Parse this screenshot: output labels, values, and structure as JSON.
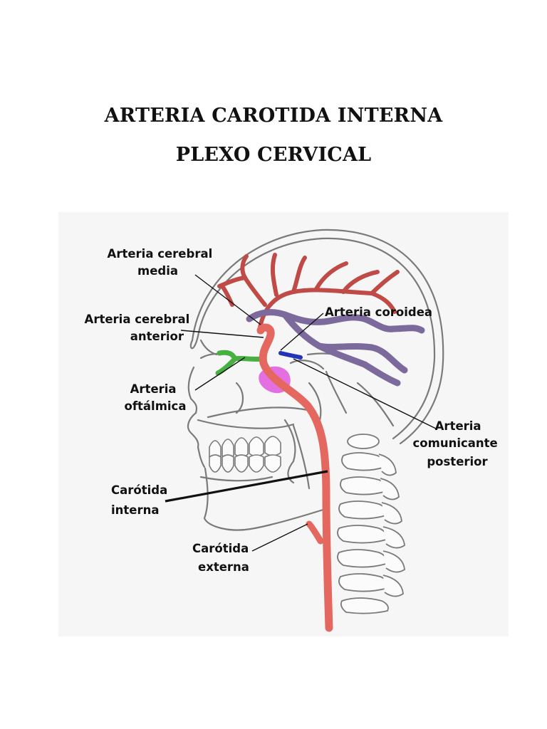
{
  "document": {
    "title": "ARTERIA CAROTIDA INTERNA",
    "subtitle": "PLEXO CERVICAL"
  },
  "diagram": {
    "labels": {
      "cerebral_media": [
        "Arteria cerebral",
        "media"
      ],
      "cerebral_anterior": [
        "Arteria cerebral",
        "anterior"
      ],
      "coroidea": [
        "Arteria coroidea"
      ],
      "oftalmica": [
        "Arteria",
        "oftálmica"
      ],
      "comunicante_posterior": [
        "Arteria",
        "comunicante",
        "posterior"
      ],
      "carotida_interna": [
        "Carótida",
        "interna"
      ],
      "carotida_externa": [
        "Carótida",
        "externa"
      ]
    },
    "colors": {
      "background": "#f6f6f6",
      "outline": "#7a7a7a",
      "carotid": "#e46860",
      "middle_cerebral": "#bf4a46",
      "anterior_cerebral_posterior": "#7c6a9c",
      "ophthalmic": "#46b040",
      "pituitary": "#e36fe0",
      "communicating": "#2233bb",
      "leader_line": "#111111"
    }
  }
}
